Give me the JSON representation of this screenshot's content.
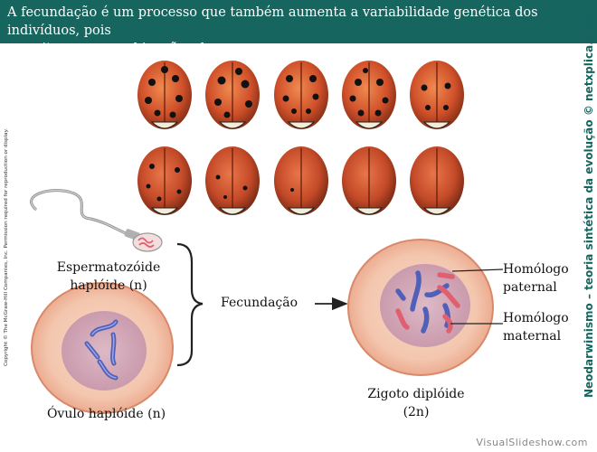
{
  "header": {
    "line1": "A fecundação é um processo que também aumenta a variabilidade genética dos indivíduos, pois",
    "line2": "permite novas combinações de genes."
  },
  "copyright": "Copyright © The McGraw-Hill Companies, Inc. Permission required for reproduction or display.",
  "side_credit": "Neodarwinismo – teoria sintética da evolução © netxplica.com",
  "labels": {
    "sperm": [
      "Espermatozóide",
      "haplóide (n)"
    ],
    "ovum": "Óvulo haplóide (n)",
    "fertilization": "Fecundação",
    "zygote": [
      "Zigoto diplóide",
      "(2n)"
    ],
    "paternal": [
      "Homólogo",
      "paternal"
    ],
    "maternal": [
      "Homólogo",
      "maternal"
    ]
  },
  "footer": "VisualSlideshow.com",
  "colors": {
    "header_bg": "#17655f",
    "credit": "#17655f",
    "maternal": "#5060b8",
    "paternal": "#e06070"
  }
}
